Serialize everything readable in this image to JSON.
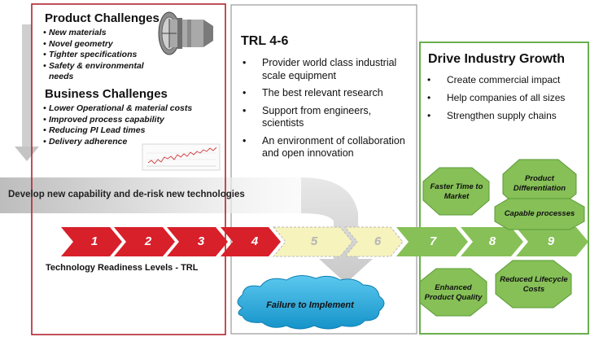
{
  "product_challenges": {
    "title": "Product Challenges",
    "items": [
      "New materials",
      "Novel geometry",
      "Tighter specifications",
      "Safety & environmental needs"
    ]
  },
  "business_challenges": {
    "title": "Business Challenges",
    "items": [
      "Lower Operational & material costs",
      "Improved process capability",
      "Reducing PI Lead times",
      "Delivery adherence"
    ]
  },
  "trl_mid": {
    "title": "TRL 4-6",
    "items": [
      "Provider world class industrial scale equipment",
      "The best relevant research",
      "Support from engineers, scientists",
      "An environment of collaboration and open innovation"
    ]
  },
  "industry_growth": {
    "title": "Drive Industry Growth",
    "items": [
      "Create commercial impact",
      "Help companies of all sizes",
      "Strengthen supply chains"
    ]
  },
  "banner": {
    "text": "Develop new capability and de-risk new technologies"
  },
  "levels": [
    "1",
    "2",
    "3",
    "4",
    "5",
    "6",
    "7",
    "8",
    "9"
  ],
  "trl_label": "Technology Readiness Levels - TRL",
  "failure": "Failure to Implement",
  "benefits": {
    "faster": "Faster Time to Market",
    "differentiation": "Product Differentiation",
    "capable": "Capable processes",
    "quality": "Enhanced Product Quality",
    "lifecycle": "Reduced Lifecycle Costs"
  },
  "colors": {
    "red": "#d8202a",
    "pale_yellow": "#f6f3bd",
    "green": "#86c057",
    "box_red": "#b0252e",
    "box_green": "#6ab04c",
    "cloud": "#1aa3d9"
  },
  "icons": [
    "jet-engine-icon",
    "sales-line-chart-icon",
    "down-arrow-icon"
  ]
}
